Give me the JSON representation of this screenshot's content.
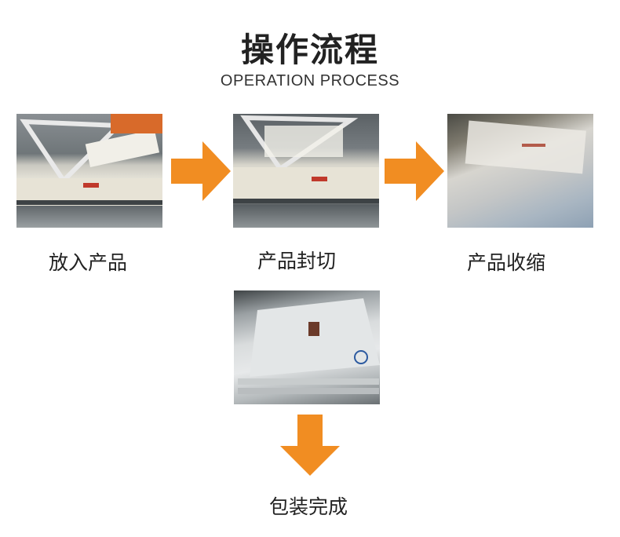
{
  "header": {
    "title": "操作流程",
    "subtitle": "OPERATION PROCESS"
  },
  "steps": [
    {
      "label": "放入产品",
      "image": "machine-loading-photo"
    },
    {
      "label": "产品封切",
      "image": "machine-sealing-photo"
    },
    {
      "label": "产品收缩",
      "image": "shrink-tunnel-photo"
    },
    {
      "label": "包装完成",
      "image": "finished-packages-photo"
    }
  ],
  "colors": {
    "arrow": "#F18D22",
    "text": "#222222"
  }
}
